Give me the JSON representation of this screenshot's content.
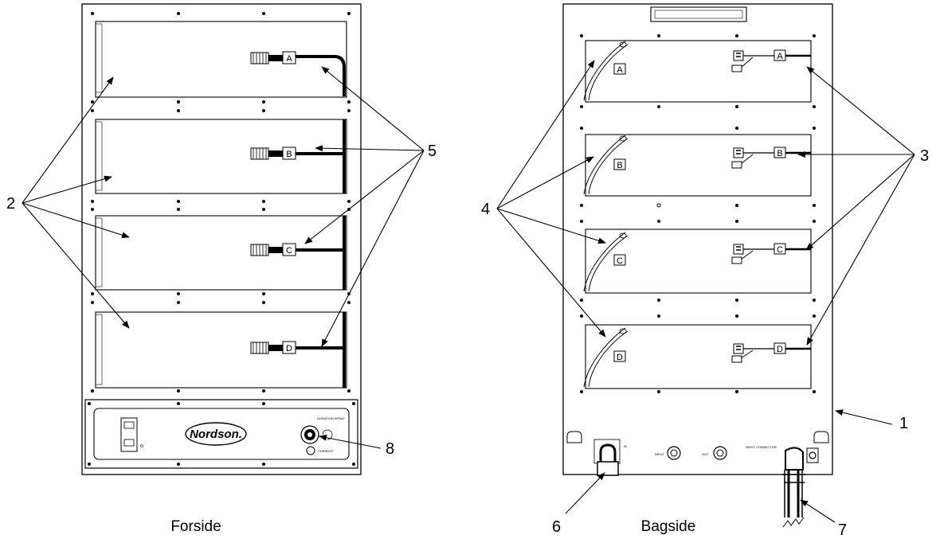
{
  "front_view": {
    "caption": "Forside",
    "module_labels": [
      "A",
      "B",
      "C",
      "D"
    ],
    "logo_text": "Nordson."
  },
  "back_view": {
    "caption": "Bagside",
    "module_labels": [
      "A",
      "B",
      "C",
      "D"
    ]
  },
  "callouts": {
    "c1": "1",
    "c2": "2",
    "c3": "3",
    "c4": "4",
    "c5": "5",
    "c6": "6",
    "c7": "7",
    "c8": "8"
  },
  "small_text": {
    "switch_label_top": "DURATION SPRAY",
    "switch_label_bottom": "CURRENT",
    "in_label": "IN",
    "input_label": "INPUT",
    "out_label": "OUT",
    "note_label": "INPUT CONNECTOR"
  }
}
